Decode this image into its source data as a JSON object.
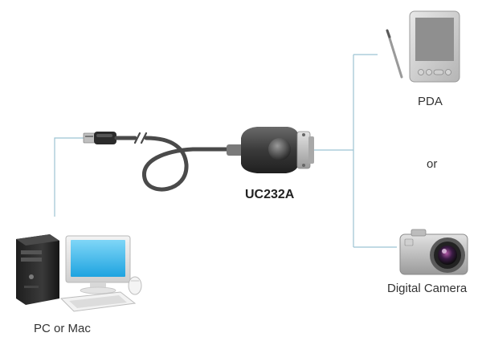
{
  "labels": {
    "pc": "PC or Mac",
    "adapter": "UC232A",
    "pda": "PDA",
    "connector": "or",
    "camera": "Digital Camera"
  },
  "colors": {
    "connection_line": "#9cc3d3",
    "cable": "#4a4a4a",
    "monitor_screen": "#3fb6ea",
    "pda_screen": "#8f8f8f"
  },
  "icons": [
    "computer-tower-icon",
    "monitor-icon",
    "keyboard-icon",
    "mouse-icon",
    "usb-plug-icon",
    "serial-adapter-icon",
    "pda-icon",
    "stylus-icon",
    "camera-icon"
  ]
}
